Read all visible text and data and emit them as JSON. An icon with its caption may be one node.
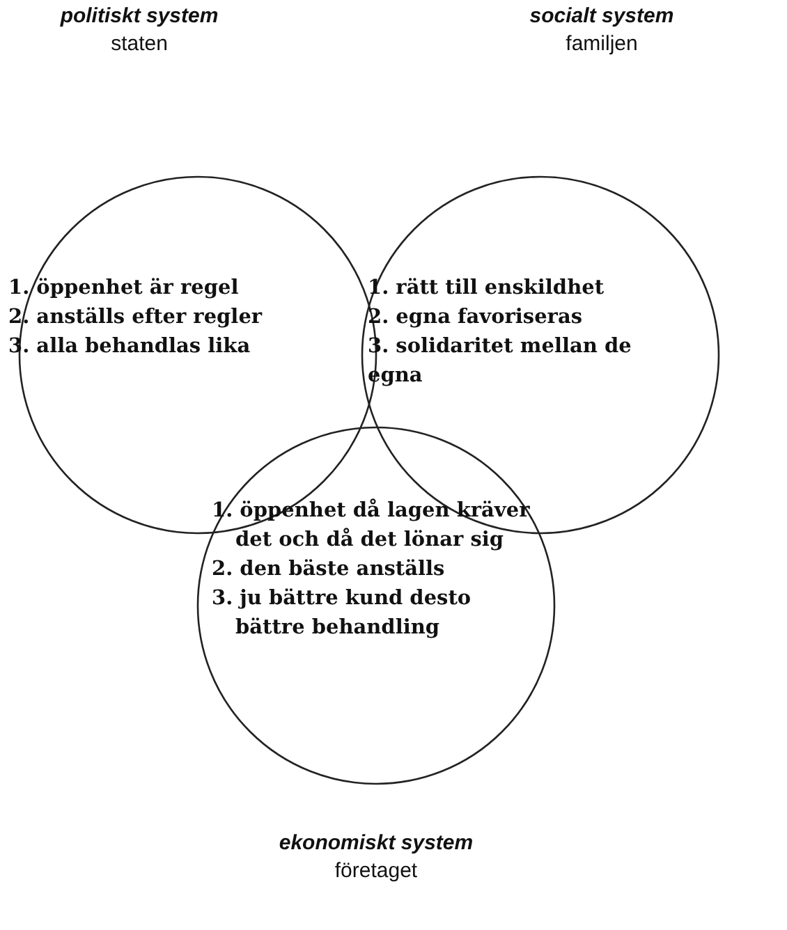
{
  "diagram": {
    "nodes": [
      {
        "text": [
          "1. öppenhet är regel",
          "2. anställs efter regler",
          "3. alla behandlas lika"
        ],
        "beside": [
          "politiskt system",
          "staten"
        ]
      },
      {
        "text": [
          "1. rätt till enskildhet",
          "2. egna favoriseras",
          "3. solidaritet mellan de egna"
        ],
        "beside": [
          "socialt system",
          "familjen"
        ]
      },
      {
        "text": [
          "1. öppenhet då lagen kräver det och då det lönar sig",
          "2. den bäste anställs",
          "3. ju bättre kund desto bättre behandling"
        ],
        "beside": [
          "ekonomiskt system",
          "företaget"
        ]
      }
    ]
  }
}
